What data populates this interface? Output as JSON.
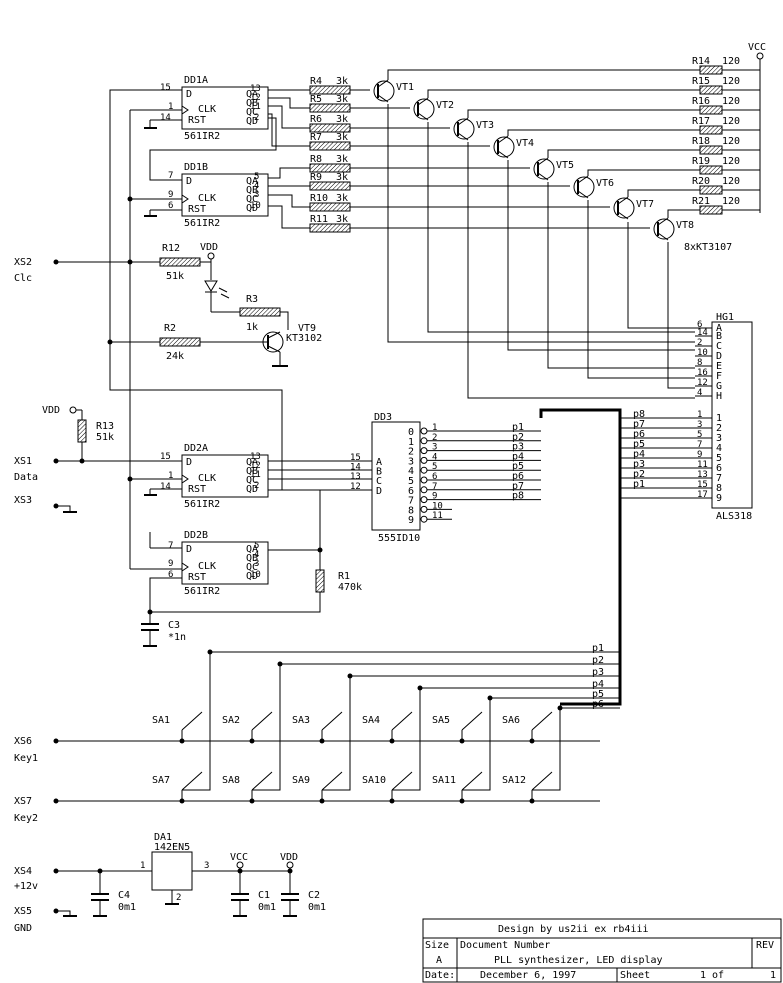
{
  "supply": {
    "vcc": "VCC",
    "vdd": "VDD"
  },
  "registers": {
    "dd1a": {
      "ref": "DD1A",
      "part": "561IR2",
      "in_pins": [
        "15",
        "1",
        "14"
      ],
      "out_pins": [
        "13",
        "12",
        "11",
        "2"
      ]
    },
    "dd1b": {
      "ref": "DD1B",
      "part": "561IR2",
      "in_pins": [
        "7",
        "9",
        "6"
      ],
      "out_pins": [
        "5",
        "4",
        "3",
        "10"
      ]
    },
    "dd2a": {
      "ref": "DD2A",
      "part": "561IR2",
      "in_pins": [
        "15",
        "1",
        "14"
      ],
      "out_pins": [
        "13",
        "12",
        "11",
        "2"
      ]
    },
    "dd2b": {
      "ref": "DD2B",
      "part": "561IR2",
      "in_pins": [
        "7",
        "9",
        "6"
      ],
      "out_pins": [
        "5",
        "4",
        "3",
        "10"
      ]
    },
    "in_labels": [
      "D",
      "CLK",
      "RST"
    ],
    "out_labels": [
      "QA",
      "QB",
      "QC",
      "QD"
    ]
  },
  "base_resistors": [
    {
      "ref": "R4",
      "value": "3k"
    },
    {
      "ref": "R5",
      "value": "3k"
    },
    {
      "ref": "R6",
      "value": "3k"
    },
    {
      "ref": "R7",
      "value": "3k"
    },
    {
      "ref": "R8",
      "value": "3k"
    },
    {
      "ref": "R9",
      "value": "3k"
    },
    {
      "ref": "R10",
      "value": "3k"
    },
    {
      "ref": "R11",
      "value": "3k"
    }
  ],
  "transistors": [
    "VT1",
    "VT2",
    "VT3",
    "VT4",
    "VT5",
    "VT6",
    "VT7",
    "VT8"
  ],
  "transistor_note": "8xKT3107",
  "segment_resistors": [
    {
      "ref": "R14",
      "value": "120"
    },
    {
      "ref": "R15",
      "value": "120"
    },
    {
      "ref": "R16",
      "value": "120"
    },
    {
      "ref": "R17",
      "value": "120"
    },
    {
      "ref": "R18",
      "value": "120"
    },
    {
      "ref": "R19",
      "value": "120"
    },
    {
      "ref": "R20",
      "value": "120"
    },
    {
      "ref": "R21",
      "value": "120"
    }
  ],
  "display": {
    "ref": "HG1",
    "part": "ALS318",
    "digit_pins": [
      "6",
      "14",
      "2",
      "10",
      "8",
      "16",
      "12",
      "4"
    ],
    "digit_letters": [
      "A",
      "B",
      "C",
      "D",
      "E",
      "F",
      "G",
      "H"
    ],
    "seg_numbers": [
      "1",
      "2",
      "3",
      "4",
      "5",
      "6",
      "7",
      "8",
      "9"
    ],
    "seg_pins": [
      "1",
      "3",
      "5",
      "7",
      "9",
      "11",
      "13",
      "15",
      "17"
    ],
    "seg_nets": [
      "p8",
      "p7",
      "p6",
      "p5",
      "p4",
      "p3",
      "p2",
      "p1"
    ]
  },
  "decoder": {
    "ref": "DD3",
    "part": "555ID10",
    "in_pins": [
      "15",
      "14",
      "13",
      "12"
    ],
    "in_labels": [
      "A",
      "B",
      "C",
      "D"
    ],
    "out_labels": [
      "0",
      "1",
      "2",
      "3",
      "4",
      "5",
      "6",
      "7",
      "8",
      "9"
    ],
    "out_pins": [
      "1",
      "2",
      "3",
      "4",
      "5",
      "6",
      "7",
      "9",
      "10",
      "11"
    ],
    "out_nets": [
      "p1",
      "p2",
      "p3",
      "p4",
      "p5",
      "p6",
      "p7",
      "p8"
    ]
  },
  "clock_section": {
    "r12": {
      "ref": "R12",
      "value": "51k"
    },
    "r3": {
      "ref": "R3",
      "value": "1k"
    },
    "r2": {
      "ref": "R2",
      "value": "24k"
    },
    "vt9": {
      "ref": "VT9",
      "part": "KT3102"
    }
  },
  "data_section": {
    "r13": {
      "ref": "R13",
      "value": "51k"
    }
  },
  "reset_section": {
    "r1": {
      "ref": "R1",
      "value": "470k"
    },
    "c3": {
      "ref": "C3",
      "value": "*1n"
    }
  },
  "connectors": {
    "xs2": {
      "ref": "XS2",
      "label": "Clc"
    },
    "xs1": {
      "ref": "XS1",
      "label": "Data"
    },
    "xs3": {
      "ref": "XS3"
    },
    "xs6": {
      "ref": "XS6",
      "label": "Key1"
    },
    "xs7": {
      "ref": "XS7",
      "label": "Key2"
    },
    "xs4": {
      "ref": "XS4",
      "label": "+12v"
    },
    "xs5": {
      "ref": "XS5",
      "label": "GND"
    }
  },
  "key_nets": [
    "p1",
    "p2",
    "p3",
    "p4",
    "p5",
    "p6"
  ],
  "switches_row1": [
    "SA1",
    "SA2",
    "SA3",
    "SA4",
    "SA5",
    "SA6"
  ],
  "switches_row2": [
    "SA7",
    "SA8",
    "SA9",
    "SA10",
    "SA11",
    "SA12"
  ],
  "power": {
    "regulator": {
      "ref": "DA1",
      "part": "142EN5",
      "pin_in": "1",
      "pin_gnd": "2",
      "pin_out": "3"
    },
    "caps": [
      {
        "ref": "C4",
        "value": "0m1"
      },
      {
        "ref": "C1",
        "value": "0m1"
      },
      {
        "ref": "C2",
        "value": "0m1"
      }
    ]
  },
  "title_block": {
    "designer": "Design by us2ii ex rb4iii",
    "size_label": "Size",
    "size": "A",
    "docnum_label": "Document Number",
    "title": "PLL synthesizer, LED display",
    "rev_label": "REV",
    "date_label": "Date:",
    "date": "December  6, 1997",
    "sheet_label": "Sheet",
    "sheet": "1 of",
    "sheet_total": "1"
  }
}
